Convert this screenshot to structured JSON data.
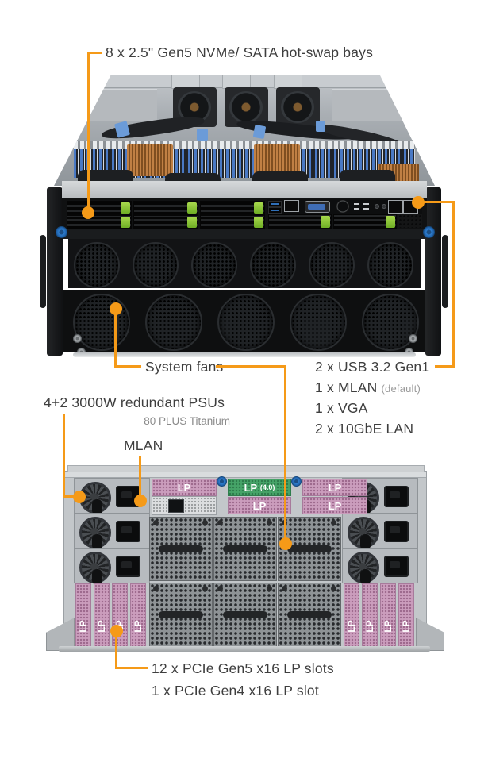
{
  "colors": {
    "accent_orange": "#F59A18",
    "label_text": "#3E3E3E",
    "muted_text": "#8A8A8A",
    "slot_pink": "#CB9DBD",
    "slot_green": "#46A468",
    "latch_green": "#8FC73E",
    "thumbscrew_blue": "#2F7FD0"
  },
  "callouts": {
    "drive_bays": {
      "label": "8 x 2.5\" Gen5 NVMe/ SATA hot-swap bays"
    },
    "system_fans": {
      "label": "System fans"
    },
    "front_io": {
      "items": [
        {
          "text": "2 x USB 3.2 Gen1",
          "note": ""
        },
        {
          "text": "1 x MLAN",
          "note": "(default)"
        },
        {
          "text": "1 x VGA",
          "note": ""
        },
        {
          "text": "2 x 10GbE LAN",
          "note": ""
        }
      ]
    },
    "psu": {
      "label": "4+2 3000W redundant PSUs",
      "sublabel": "80 PLUS Titanium"
    },
    "mlan": {
      "label": "MLAN"
    },
    "pcie": {
      "lines": [
        "12 x PCIe Gen5 x16 LP slots",
        "1 x PCIe Gen4 x16 LP slot"
      ]
    }
  },
  "rear_view": {
    "lp_label": "LP",
    "lp_gen4_label": "LP",
    "lp_gen4_note": "(4.0)"
  }
}
